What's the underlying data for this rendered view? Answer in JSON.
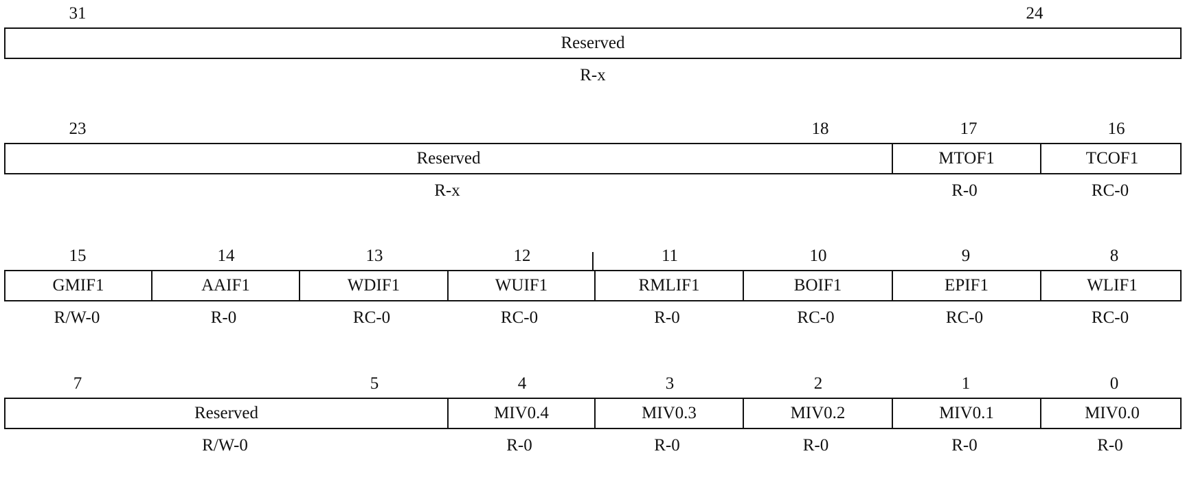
{
  "rows": [
    {
      "bits": [
        "31",
        "24"
      ],
      "fields": [
        {
          "name": "Reserved",
          "access": "R-x"
        }
      ]
    },
    {
      "bits": [
        "23",
        "18",
        "17",
        "16"
      ],
      "fields": [
        {
          "name": "Reserved",
          "access": "R-x"
        },
        {
          "name": "MTOF1",
          "access": "R-0"
        },
        {
          "name": "TCOF1",
          "access": "RC-0"
        }
      ]
    },
    {
      "bits": [
        "15",
        "14",
        "13",
        "12",
        "11",
        "10",
        "9",
        "8"
      ],
      "fields": [
        {
          "name": "GMIF1",
          "access": "R/W-0"
        },
        {
          "name": "AAIF1",
          "access": "R-0"
        },
        {
          "name": "WDIF1",
          "access": "RC-0"
        },
        {
          "name": "WUIF1",
          "access": "RC-0"
        },
        {
          "name": "RMLIF1",
          "access": "R-0"
        },
        {
          "name": "BOIF1",
          "access": "RC-0"
        },
        {
          "name": "EPIF1",
          "access": "RC-0"
        },
        {
          "name": "WLIF1",
          "access": "RC-0"
        }
      ]
    },
    {
      "bits": [
        "7",
        "5",
        "4",
        "3",
        "2",
        "1",
        "0"
      ],
      "fields": [
        {
          "name": "Reserved",
          "access": "R/W-0"
        },
        {
          "name": "MIV0.4",
          "access": "R-0"
        },
        {
          "name": "MIV0.3",
          "access": "R-0"
        },
        {
          "name": "MIV0.2",
          "access": "R-0"
        },
        {
          "name": "MIV0.1",
          "access": "R-0"
        },
        {
          "name": "MIV0.0",
          "access": "R-0"
        }
      ]
    }
  ]
}
